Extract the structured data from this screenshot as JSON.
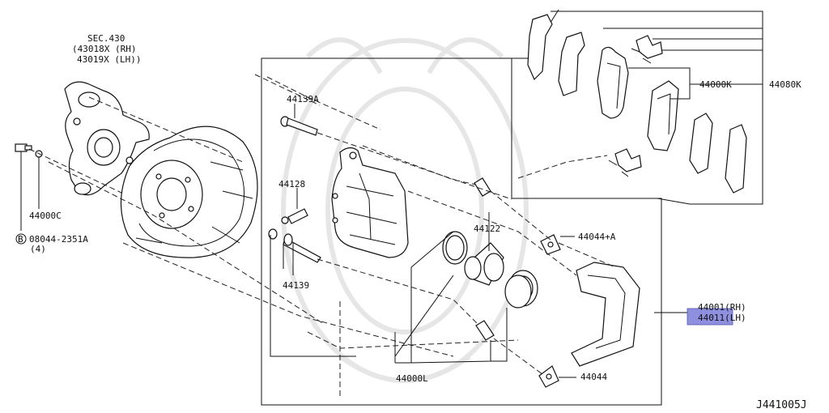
{
  "diagram": {
    "sec_ref": {
      "line1": "SEC.430",
      "line2": "(43018X (RH)",
      "line3": "43019X (LH))"
    },
    "labels": {
      "bolt": "44000C",
      "bolt_spec": "08044-2351A",
      "bolt_qty": "(4)",
      "bolt_circle_letter": "B",
      "pin_a": "44139A",
      "bleeder": "44128",
      "pin": "44139",
      "piston": "44122",
      "shim_a": "44044+A",
      "shim": "44044",
      "caliper_rh": "44001(RH)",
      "caliper_lh": "44011(LH)",
      "seal_kit": "44000L",
      "pad_kit": "44000K",
      "pad_set": "44080K",
      "diagram_id": "J441005J"
    },
    "highlight_color": "#8f8fe0"
  }
}
